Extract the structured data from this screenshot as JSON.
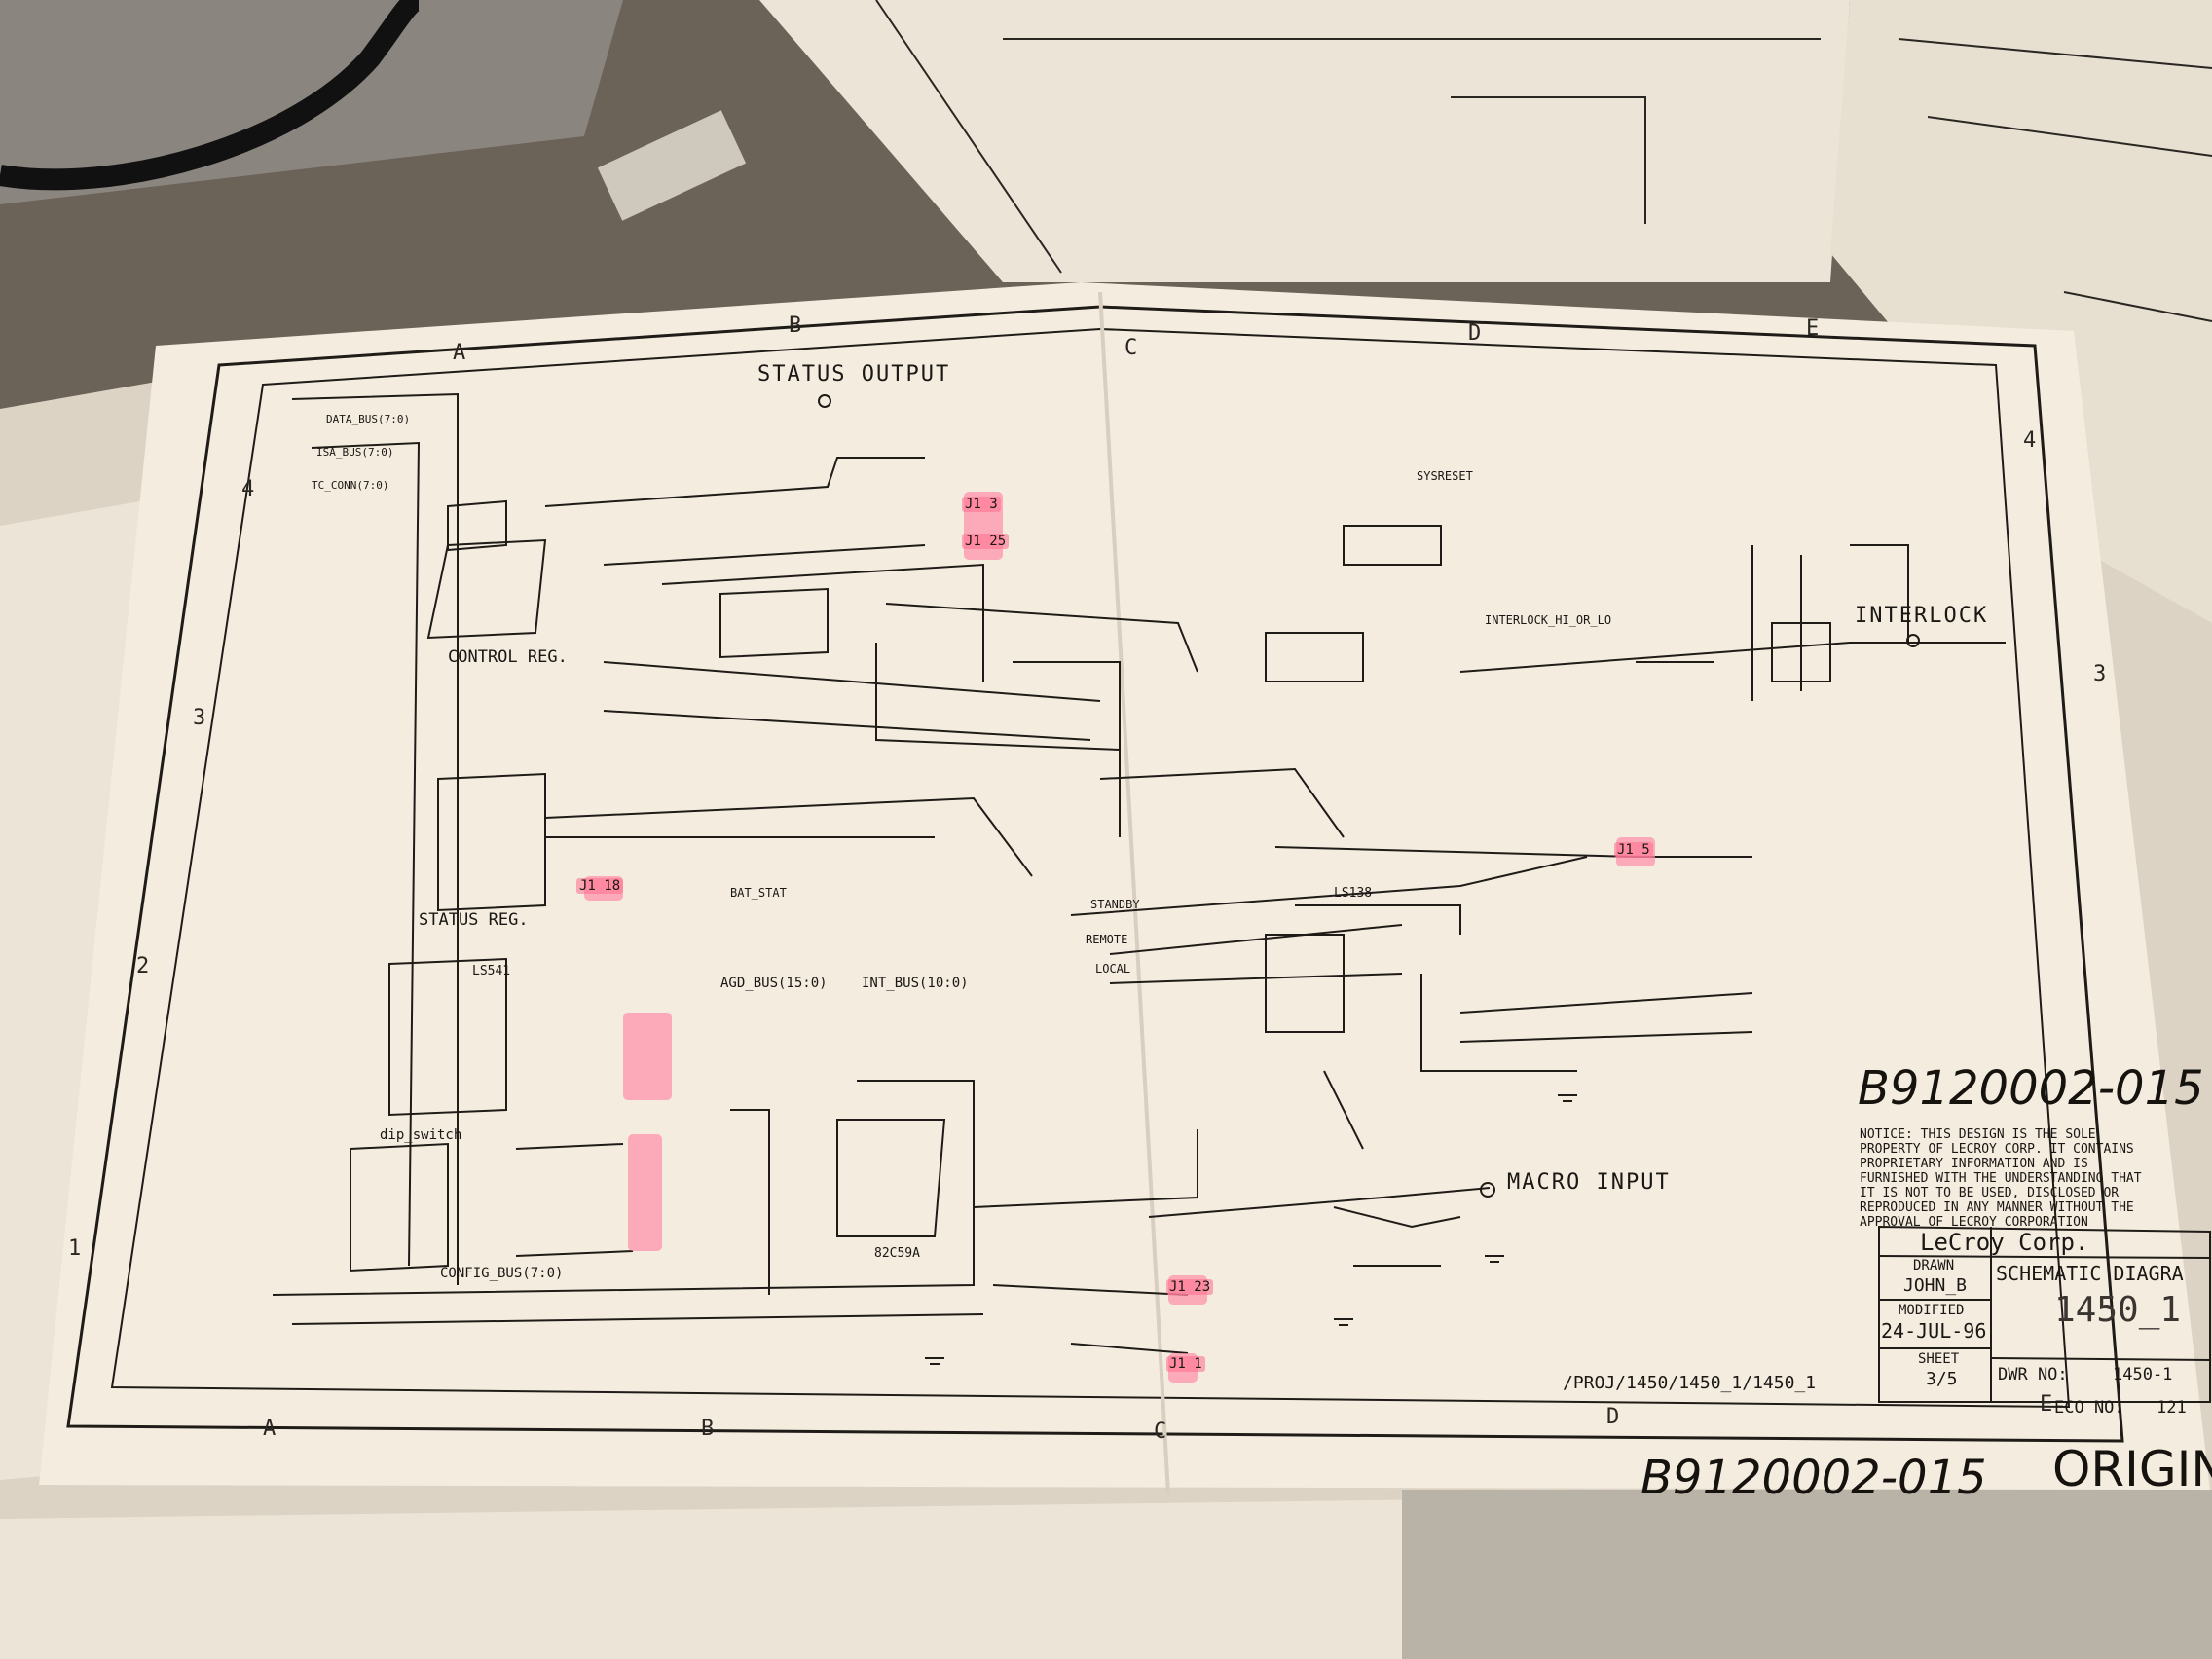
{
  "zones_top": [
    "A",
    "B",
    "C",
    "D",
    "E"
  ],
  "zones_bottom": [
    "A",
    "B",
    "C",
    "D",
    "E"
  ],
  "rows_left": [
    "4",
    "3",
    "2",
    "1"
  ],
  "rows_right": [
    "4",
    "3"
  ],
  "labels": {
    "status_output": "STATUS OUTPUT",
    "interlock": "INTERLOCK",
    "macro_input": "MACRO INPUT",
    "control_reg": "CONTROL REG.",
    "status_reg": "STATUS REG.",
    "config_bus": "CONFIG_BUS(7:0)",
    "dip_switch": "dip_switch",
    "agd_bus": "AGD_BUS(15:0)",
    "int_bus": "INT_BUS(10:0)",
    "interlock_net": "INTERLOCK_HI_OR_LO",
    "sysreset": "SYSRESET",
    "standby": "STANDBY",
    "remote": "REMOTE",
    "local": "LOCAL",
    "bat_stat": "BAT_STAT",
    "data_bus": "DATA_BUS(7:0)",
    "isa_bus": "ISA_BUS(7:0)",
    "tc_conn": "TC_CONN(7:0)",
    "u15": "82C59A",
    "u6": "LS138",
    "u16": "LS541"
  },
  "pink_tags": [
    "J1 3",
    "J1 25",
    "J1 18",
    "J1 5",
    "J1 23",
    "J1 1"
  ],
  "titleblock": {
    "company": "LeCroy Corp.",
    "title": "SCHEMATIC DIAGRA",
    "drawn_label": "DRAWN",
    "drawn_by": "JOHN_B",
    "modified_label": "MODIFIED",
    "modified_date": "24-JUL-96",
    "sheet_label": "SHEET",
    "sheet": "3/5",
    "dwg_no_label": "DWR NO:",
    "dwg_no": "1450-1",
    "eco_label": "ECO NO:",
    "eco": "121",
    "part_no": "1450_1",
    "path": "/PROJ/1450/1450_1/1450_1"
  },
  "notice": "NOTICE: THIS DESIGN IS THE SOLE\nPROPERTY OF LECROY CORP. IT CONTAINS\nPROPRIETARY INFORMATION AND IS\nFURNISHED WITH THE UNDERSTANDING THAT\nIT IS NOT TO BE USED, DISCLOSED OR\nREPRODUCED IN ANY MANNER WITHOUT THE\nAPPROVAL OF LECROY CORPORATION",
  "handwritten": {
    "doc_number": "B9120002-015",
    "bottom_number": "B9120002-015",
    "origin": "ORIGIN"
  },
  "colors": {
    "paper": "#f4ecdf",
    "ink": "#1a1714",
    "highlight": "#ff8fa8",
    "desk": "#6b6258"
  }
}
